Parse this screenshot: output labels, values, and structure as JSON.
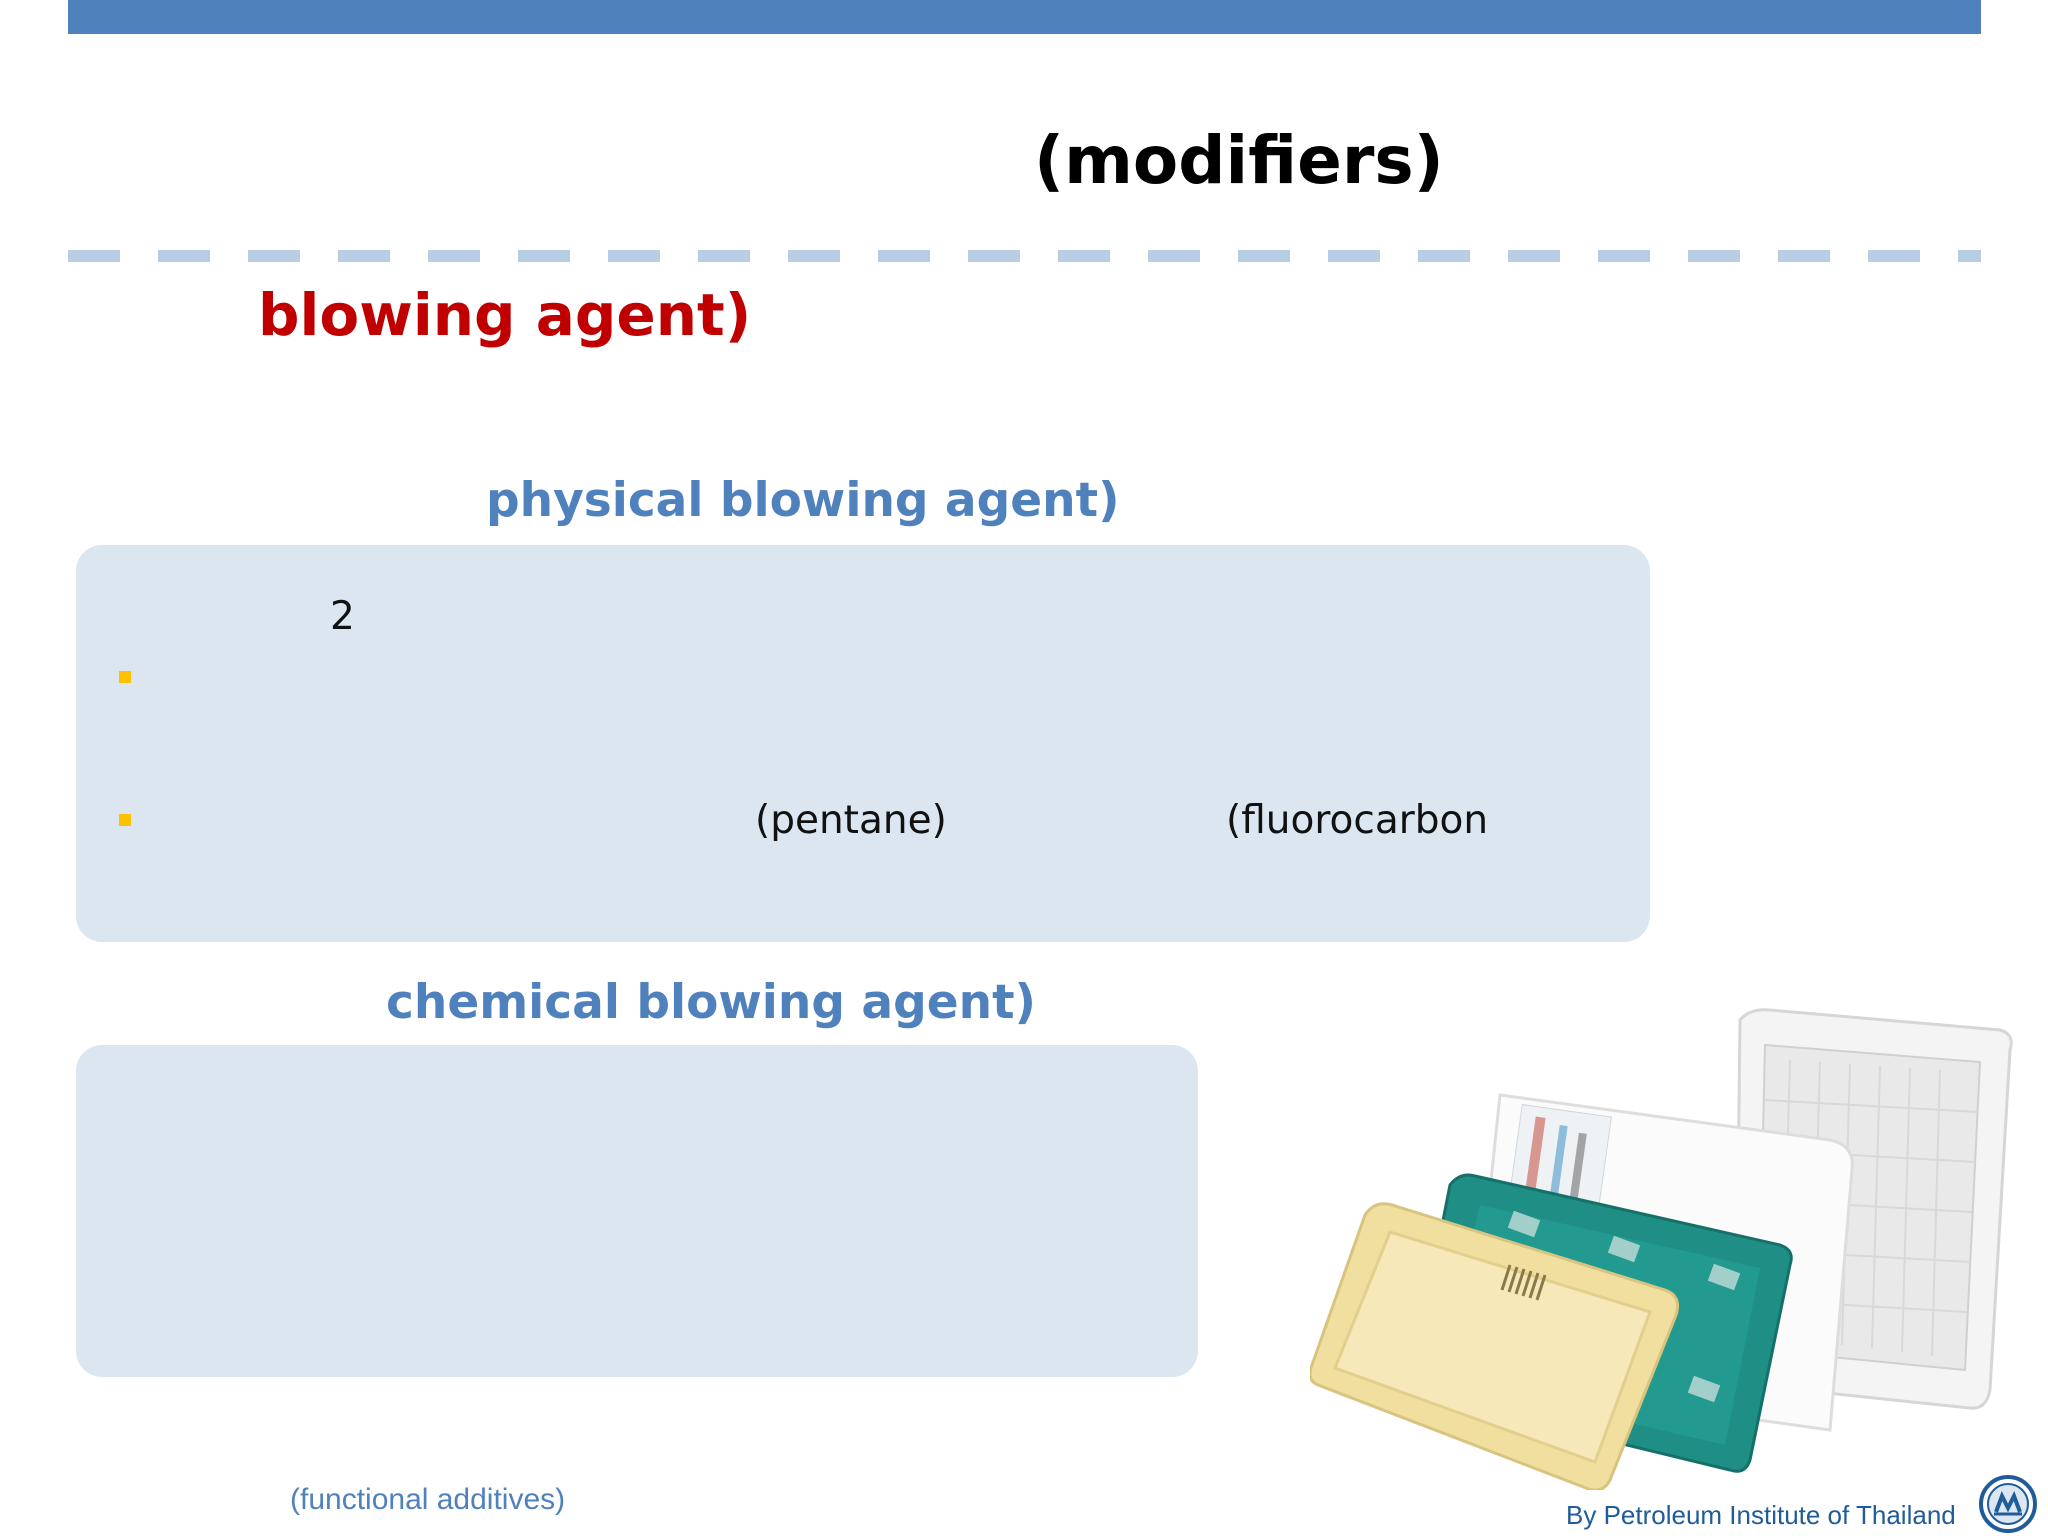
{
  "slide": {
    "title": "(modifiers)",
    "section_heading": "blowing agent)",
    "physical_heading": "physical blowing agent)",
    "physical_box": {
      "number": "2",
      "pentane_text": "(pentane)",
      "fluorocarbon_text": "(fluorocarbon"
    },
    "chemical_heading": "chemical blowing agent)",
    "footer_left": "(functional additives)",
    "footer_right": "By Petroleum Institute of Thailand"
  },
  "colors": {
    "top_bar": "#4f81bd",
    "dash_line": "#b8cce4",
    "section_heading": "#c00000",
    "sub_heading": "#4f81bd",
    "box_fill": "#dce6f1",
    "bullet": "#ffc000",
    "footer_left": "#4f81bd",
    "footer_right": "#1f5c99"
  },
  "icons": {
    "bullet": "square-bullet-icon",
    "logo": "petroleum-institute-logo-icon"
  },
  "image": "foam-tray-packaging-photo"
}
